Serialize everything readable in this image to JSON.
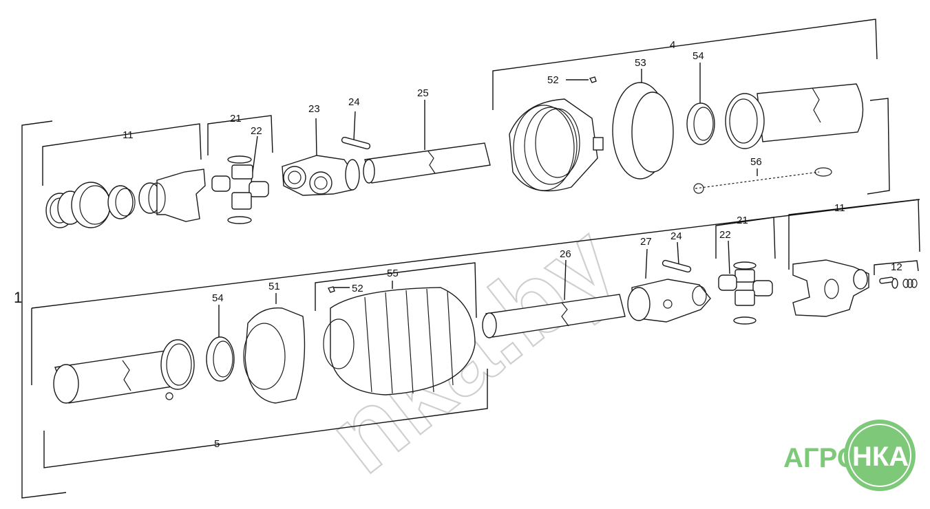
{
  "diagram": {
    "labels": {
      "l1": "1",
      "l4": "4",
      "l5": "5",
      "l11a": "11",
      "l11b": "11",
      "l12": "12",
      "l21a": "21",
      "l21b": "21",
      "l22a": "22",
      "l22b": "22",
      "l23": "23",
      "l24a": "24",
      "l24b": "24",
      "l25": "25",
      "l26": "26",
      "l27": "27",
      "l51": "51",
      "l52a": "52",
      "l52b": "52",
      "l53": "53",
      "l54a": "54",
      "l54b": "54",
      "l55": "55",
      "l56": "56"
    },
    "watermark": "nka.by",
    "brand": {
      "left": "АГРО",
      "right": "НКА",
      "color_text": "#7ec87a",
      "color_circle": "#7ec87a"
    }
  }
}
